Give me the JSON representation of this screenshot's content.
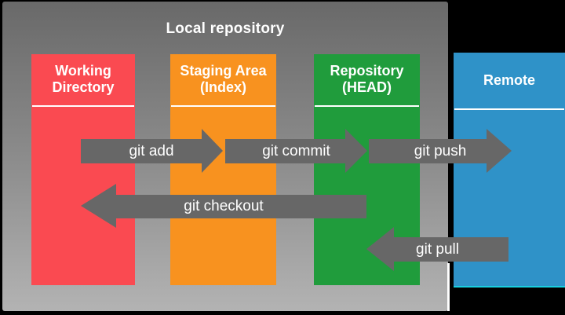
{
  "diagram": {
    "title": "Local repository",
    "columns": [
      {
        "id": "working-directory",
        "lines": [
          "Working",
          "Directory"
        ],
        "color": "#fa4a51"
      },
      {
        "id": "staging-area",
        "lines": [
          "Staging Area",
          "(Index)"
        ],
        "color": "#f8921f"
      },
      {
        "id": "repository",
        "lines": [
          "Repository",
          "(HEAD)"
        ],
        "color": "#209c3c"
      },
      {
        "id": "remote",
        "lines": [
          "Remote"
        ],
        "color": "#2f92c8"
      }
    ],
    "arrows": [
      {
        "label": "git add",
        "direction": "right",
        "from": "working-directory",
        "to": "staging-area"
      },
      {
        "label": "git commit",
        "direction": "right",
        "from": "staging-area",
        "to": "repository"
      },
      {
        "label": "git push",
        "direction": "right",
        "from": "repository",
        "to": "remote"
      },
      {
        "label": "git checkout",
        "direction": "left",
        "from": "repository",
        "to": "working-directory"
      },
      {
        "label": "git pull",
        "direction": "left",
        "from": "remote",
        "to": "repository"
      }
    ],
    "colors": {
      "background": "#000000",
      "panel_gradient_top": "#696969",
      "panel_gradient_bottom": "#b3b3b3",
      "arrow": "#676767",
      "working_directory": "#fa4a51",
      "staging_area": "#f8921f",
      "repository": "#209c3c",
      "remote": "#2f92c8",
      "remote_bottom_edge": "#19cfe0",
      "text": "#ffffff"
    }
  }
}
